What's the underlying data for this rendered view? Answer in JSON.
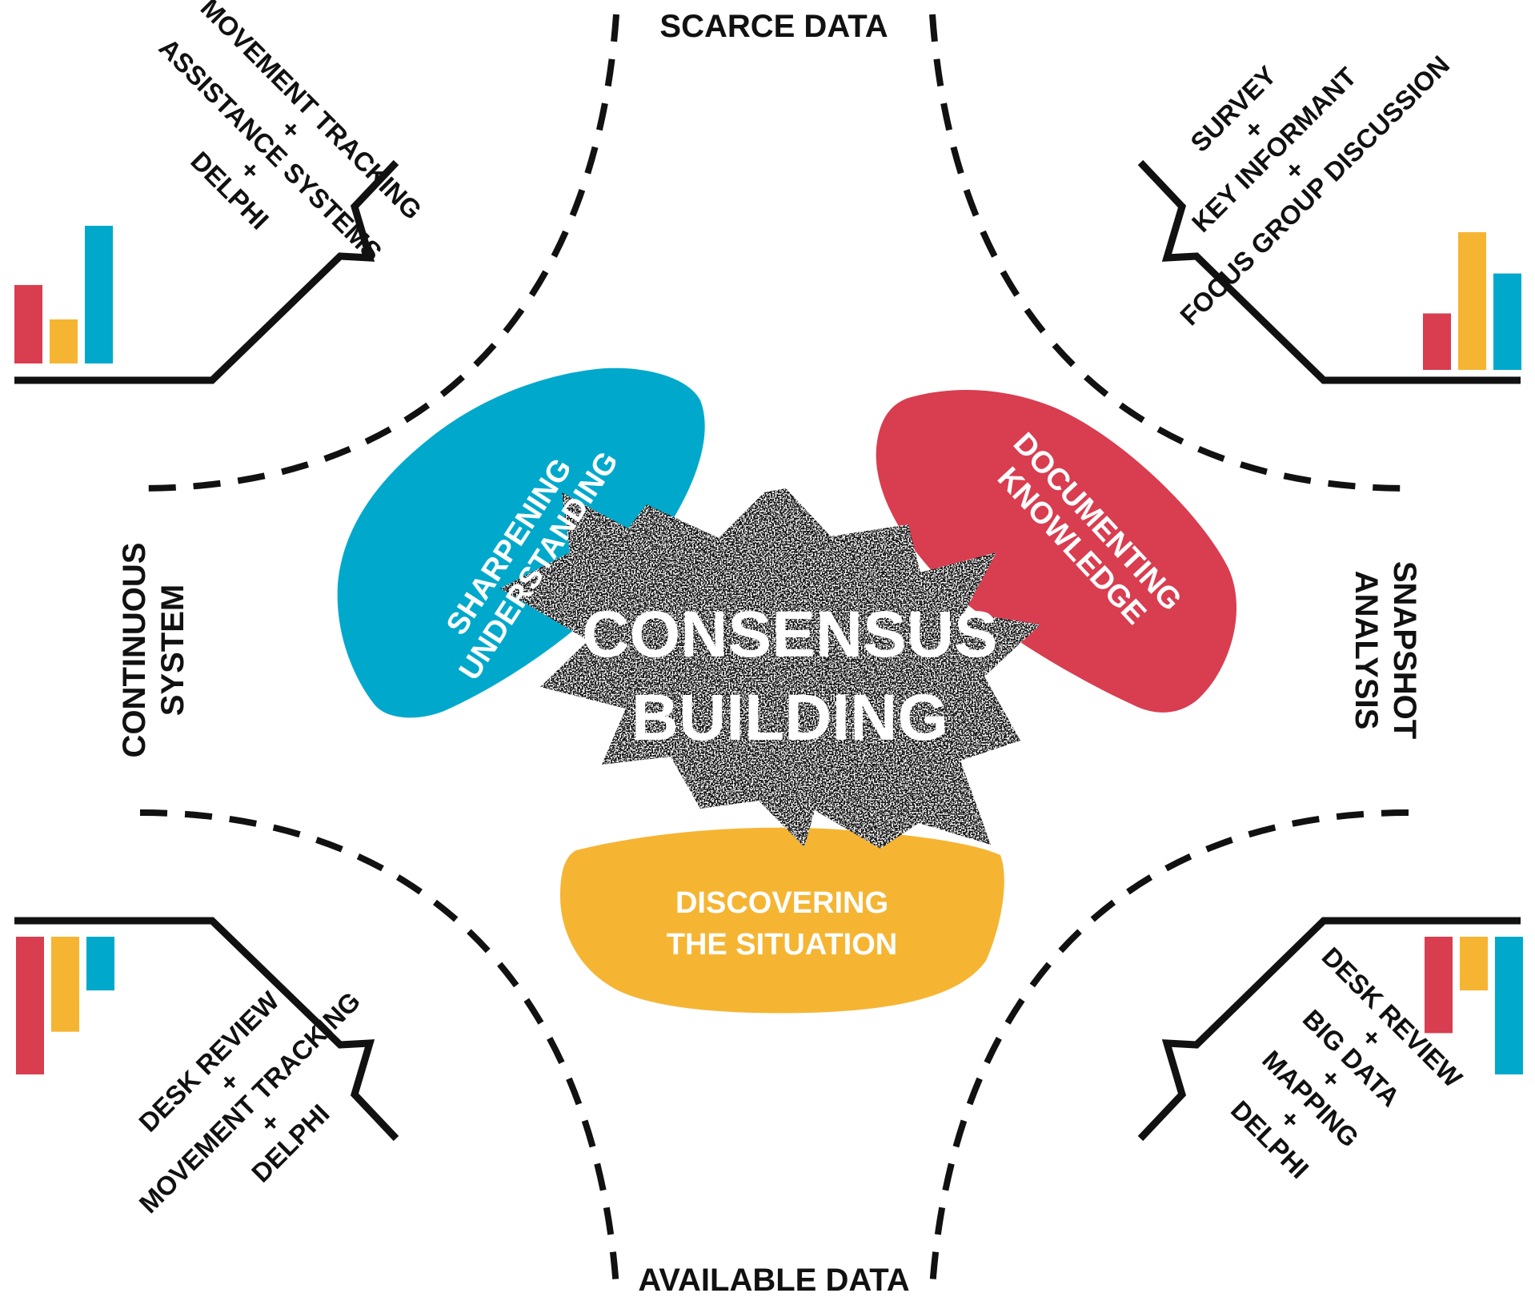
{
  "axes": {
    "top": "SCARCE DATA",
    "bottom": "AVAILABLE DATA",
    "left": [
      "CONTINUOUS",
      "SYSTEM"
    ],
    "right": [
      "SNAPSHOT",
      "ANALYSIS"
    ]
  },
  "center": {
    "lines": [
      "CONSENSUS",
      "BUILDING"
    ]
  },
  "phases": {
    "sharpening": [
      "SHARPENING",
      "UNDERSTANDING"
    ],
    "documenting": [
      "DOCUMENTING",
      "KNOWLEDGE"
    ],
    "discovering": [
      "DISCOVERING",
      "THE SITUATION"
    ]
  },
  "quadrants": {
    "top_left": [
      "MOVEMENT TRACKING",
      "+",
      "ASSISTANCE SYSTEMS",
      "+",
      "DELPHI"
    ],
    "top_right": [
      "SURVEY",
      "+",
      "KEY INFORMANT",
      "+",
      "FOCUS GROUP DISCUSSION"
    ],
    "bottom_left": [
      "DESK REVIEW",
      "+",
      "MOVEMENT TRACKING",
      "+",
      "DELPHI"
    ],
    "bottom_right": [
      "DESK REVIEW",
      "+",
      "BIG DATA",
      "+",
      "MAPPING",
      "+",
      "DELPHI"
    ]
  },
  "bar_charts": {
    "top_left": [
      0.57,
      0.32,
      1.0
    ],
    "top_right": [
      0.41,
      1.0,
      0.7
    ],
    "bottom_left": [
      1.0,
      0.69,
      0.39
    ],
    "bottom_right": [
      0.7,
      0.39,
      1.0
    ]
  },
  "colors": {
    "red": "#d93d50",
    "yellow": "#f5b533",
    "blue": "#00a9cc",
    "black": "#111111"
  }
}
